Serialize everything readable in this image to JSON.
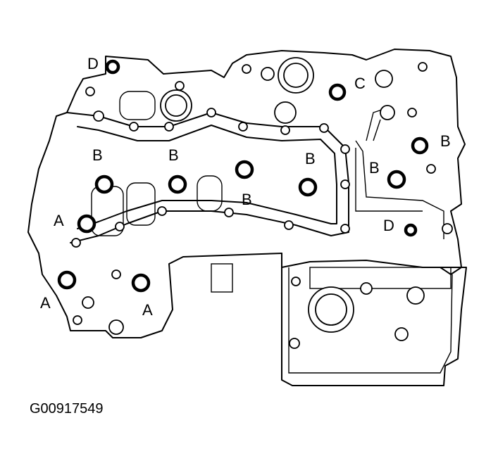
{
  "figure_id": "G00917549",
  "callouts": [
    {
      "label": "D"
    },
    {
      "label": "C"
    },
    {
      "label": "B"
    },
    {
      "label": "B"
    },
    {
      "label": "B"
    },
    {
      "label": "B"
    },
    {
      "label": "B"
    },
    {
      "label": "B"
    },
    {
      "label": "A"
    },
    {
      "label": "A"
    },
    {
      "label": "A"
    },
    {
      "label": "D"
    }
  ],
  "bolt_count": 12
}
